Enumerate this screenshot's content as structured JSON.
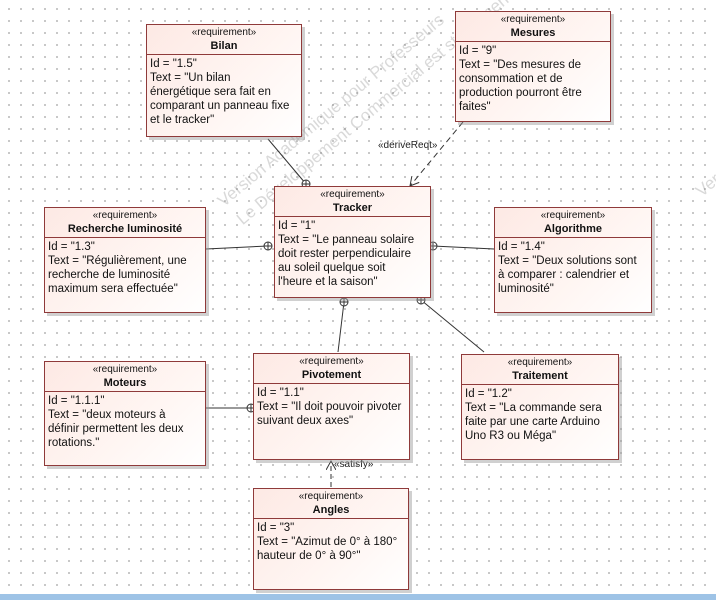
{
  "watermarks": [
    "Version Académique pour Professeurs",
    "Le Développement Commercial est strictement interdit",
    "Version Aca"
  ],
  "stereotype": "«requirement»",
  "requirements": {
    "bilan": {
      "name": "Bilan",
      "id": "Id = \"1.5\"",
      "text": "Text = \"Un bilan\nénergétique sera fait en\ncomparant un panneau fixe\net le tracker\""
    },
    "mesures": {
      "name": "Mesures",
      "id": "Id = \"9\"",
      "text": "Text = \"Des mesures de\nconsommation et de\nproduction pourront être\nfaites\""
    },
    "tracker": {
      "name": "Tracker",
      "id": "Id = \"1\"",
      "text": "Text = \"Le panneau solaire\ndoit rester perpendiculaire\nau soleil quelque soit\nl'heure et la saison\""
    },
    "recherche": {
      "name": "Recherche luminosité",
      "id": "Id = \"1.3\"",
      "text": "Text = \"Régulièrement, une\nrecherche de luminosité\nmaximum sera effectuée\""
    },
    "algorithme": {
      "name": "Algorithme",
      "id": "Id = \"1.4\"",
      "text": "Text = \"Deux solutions sont\nà comparer : calendrier et\nluminosité\""
    },
    "moteurs": {
      "name": "Moteurs",
      "id": "Id = \"1.1.1\"",
      "text": "Text = \"deux moteurs à\ndéfinir permettent les deux\nrotations.\""
    },
    "pivotement": {
      "name": "Pivotement",
      "id": "Id = \"1.1\"",
      "text": "Text = \"Il doit pouvoir pivoter\nsuivant deux axes\""
    },
    "traitement": {
      "name": "Traitement",
      "id": "Id = \"1.2\"",
      "text": "Text = \"La commande sera\nfaite par une carte Arduino\nUno R3 ou Méga\""
    },
    "angles": {
      "name": "Angles",
      "id": "Id = \"3\"",
      "text": "Text = \"Azimut de 0° à 180°\nhauteur de 0° à 90°\""
    }
  },
  "relations": {
    "derive": "«deriveReqt»",
    "satisfy": "«satisfy»"
  },
  "colors": {
    "border": "#8f3a3a",
    "fill": "#fde9e4"
  }
}
